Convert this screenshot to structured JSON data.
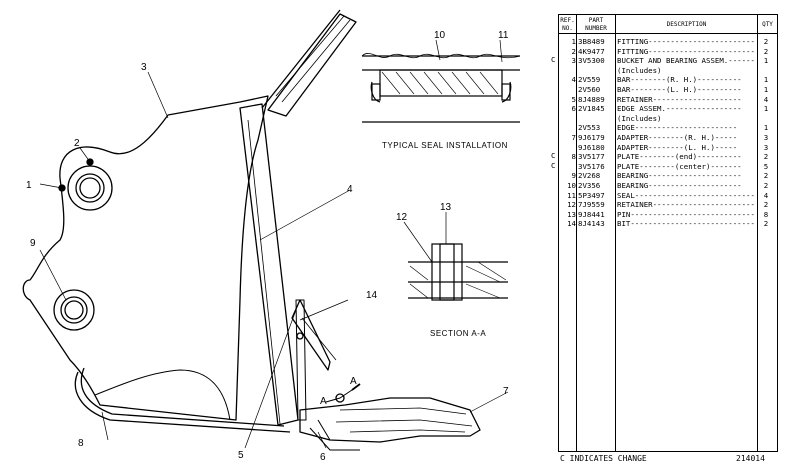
{
  "callouts": [
    "1",
    "2",
    "3",
    "4",
    "5",
    "6",
    "7",
    "8",
    "9",
    "10",
    "11",
    "12",
    "13",
    "14"
  ],
  "section_marks": [
    "A",
    "A"
  ],
  "captions": {
    "seal": "TYPICAL SEAL INSTALLATION",
    "section": "SECTION A-A"
  },
  "table": {
    "headers": {
      "ref": "REF. NO.",
      "part": "PART NUMBER",
      "desc": "DESCRIPTION",
      "qty": "QTY"
    },
    "rows": [
      {
        "ref": "1",
        "pn": "3B8489",
        "desc": "FITTING---------------------------",
        "qty": "2",
        "c": ""
      },
      {
        "ref": "2",
        "pn": "4K9477",
        "desc": "FITTING---------------------------",
        "qty": "2",
        "c": ""
      },
      {
        "ref": "3",
        "pn": "3V5300",
        "desc": "BUCKET AND BEARING ASSEM.------",
        "qty": "1",
        "c": "C"
      },
      {
        "ref": "",
        "pn": "",
        "desc": "  (Includes)",
        "qty": "",
        "c": ""
      },
      {
        "ref": "4",
        "pn": "2V559",
        "desc": "    BAR--------(R. H.)----------",
        "qty": "1",
        "c": ""
      },
      {
        "ref": "",
        "pn": "2V560",
        "desc": "    BAR--------(L. H.)----------",
        "qty": "1",
        "c": ""
      },
      {
        "ref": "5",
        "pn": "8J4889",
        "desc": "    RETAINER--------------------",
        "qty": "4",
        "c": ""
      },
      {
        "ref": "6",
        "pn": "2V1845",
        "desc": "    EDGE ASSEM.-----------------",
        "qty": "1",
        "c": ""
      },
      {
        "ref": "",
        "pn": "",
        "desc": "      (Includes)",
        "qty": "",
        "c": ""
      },
      {
        "ref": "",
        "pn": "2V553",
        "desc": "      EDGE-----------------------",
        "qty": "1",
        "c": ""
      },
      {
        "ref": "7",
        "pn": "9J6179",
        "desc": "      ADAPTER--------(R. H.)-----",
        "qty": "3",
        "c": ""
      },
      {
        "ref": "",
        "pn": "9J6180",
        "desc": "      ADAPTER--------(L. H.)-----",
        "qty": "3",
        "c": ""
      },
      {
        "ref": "8",
        "pn": "3V5177",
        "desc": "    PLATE--------(end)----------",
        "qty": "2",
        "c": "C"
      },
      {
        "ref": "",
        "pn": "3V5176",
        "desc": "    PLATE--------(center)-------",
        "qty": "5",
        "c": "C"
      },
      {
        "ref": "9",
        "pn": "2V268",
        "desc": "    BEARING---------------------",
        "qty": "2",
        "c": ""
      },
      {
        "ref": "10",
        "pn": "2V356",
        "desc": "    BEARING---------------------",
        "qty": "2",
        "c": ""
      },
      {
        "ref": "11",
        "pn": "5P3497",
        "desc": "SEAL----------------------------",
        "qty": "4",
        "c": ""
      },
      {
        "ref": "12",
        "pn": "7J9559",
        "desc": "RETAINER------------------------",
        "qty": "2",
        "c": ""
      },
      {
        "ref": "13",
        "pn": "9J8441",
        "desc": "PIN-----------------------------",
        "qty": "8",
        "c": ""
      },
      {
        "ref": "14",
        "pn": "8J4143",
        "desc": "BIT-----------------------------",
        "qty": "2",
        "c": ""
      }
    ]
  },
  "footer": {
    "note": "C INDICATES CHANGE",
    "code": "214014"
  }
}
